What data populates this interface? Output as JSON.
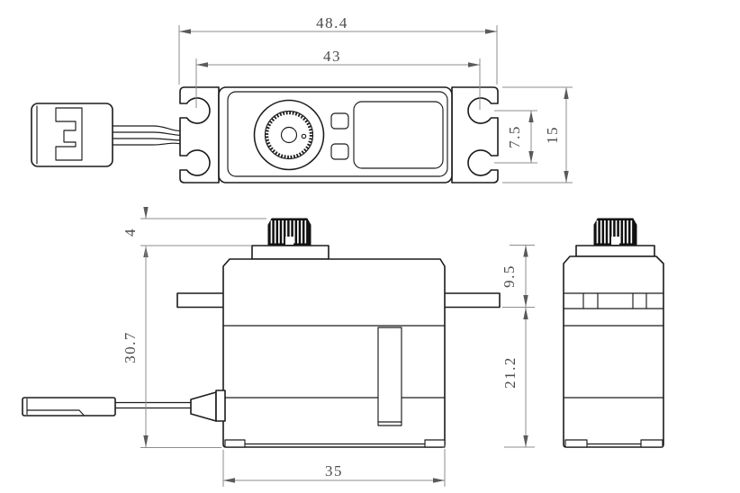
{
  "dimensions": {
    "overall_width": "48.4",
    "mount_hole_span": "43",
    "mount_hole_pitch": "7.5",
    "case_width": "15",
    "spline_height": "4",
    "overall_height": "30.7",
    "case_length": "35",
    "upper_height": "9.5",
    "lower_height": "21.2"
  },
  "colors": {
    "outline": "#1c1c1c",
    "dimension_line": "#8e8e8e",
    "dimension_text": "#4c4c4c",
    "background": "#ffffff"
  }
}
